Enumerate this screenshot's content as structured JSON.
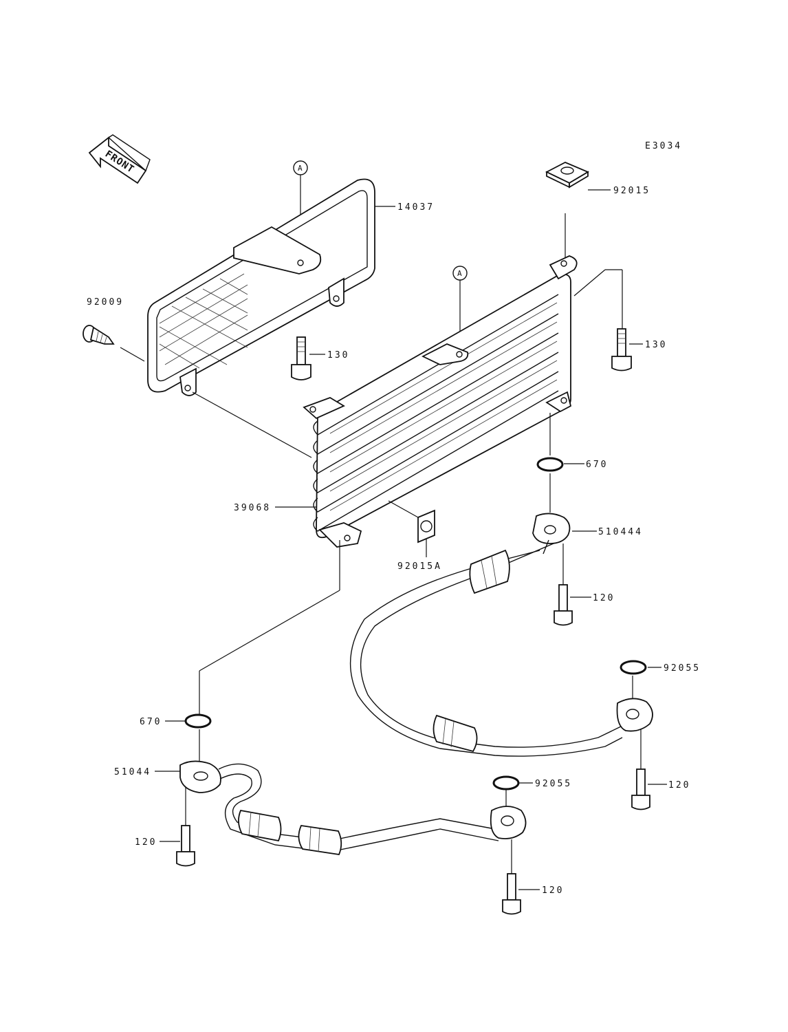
{
  "diagram": {
    "code": "E3034",
    "front_label": "FRONT",
    "markers": {
      "a1": "A",
      "a2": "A"
    },
    "labels": {
      "p14037": "14037",
      "p92015": "92015",
      "p92009": "92009",
      "p130_left": "130",
      "p130_right": "130",
      "p670_right": "670",
      "p39068": "39068",
      "p510444": "510444",
      "p92015a": "92015A",
      "p120_upper": "120",
      "p92055_right": "92055",
      "p670_left": "670",
      "p51044": "51044",
      "p92055_left": "92055",
      "p120_right": "120",
      "p120_left": "120",
      "p120_bottom": "120"
    }
  }
}
